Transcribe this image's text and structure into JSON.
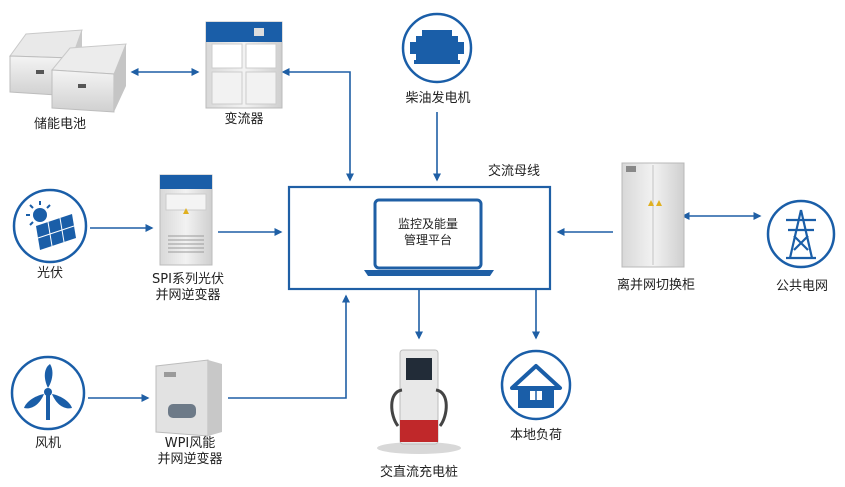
{
  "diagram": {
    "nodes": {
      "battery": {
        "label": "储能电池",
        "icon": "battery-storage-icon"
      },
      "converter": {
        "label": "变流器",
        "icon": "converter-cabinet-icon"
      },
      "diesel": {
        "label": "柴油发电机",
        "icon": "diesel-generator-icon"
      },
      "ac_bus": {
        "label": "交流母线"
      },
      "pv": {
        "label": "光伏",
        "icon": "solar-panel-icon"
      },
      "spi_inverter": {
        "label_line1": "SPI系列光伏",
        "label_line2": "并网逆变器",
        "icon": "inverter-cabinet-icon"
      },
      "platform": {
        "label_line1": "监控及能量",
        "label_line2": "管理平台",
        "icon": "laptop-icon"
      },
      "switch_cabinet": {
        "label": "离并网切换柜",
        "icon": "switch-cabinet-icon"
      },
      "grid": {
        "label": "公共电网",
        "icon": "power-tower-icon"
      },
      "wind": {
        "label": "风机",
        "icon": "wind-turbine-icon"
      },
      "wpi_inverter": {
        "label_line1": "WPI风能",
        "label_line2": "并网逆变器",
        "icon": "wall-inverter-icon"
      },
      "charger": {
        "label": "交直流充电桩",
        "icon": "charging-pile-icon"
      },
      "load": {
        "label": "本地负荷",
        "icon": "house-icon"
      }
    },
    "colors": {
      "accent": "#1a5ea8",
      "line": "#1f5fa5",
      "cabinet": "#e6e6e6",
      "cabinet_dark": "#cfcfcf",
      "red": "#c0282a"
    }
  }
}
